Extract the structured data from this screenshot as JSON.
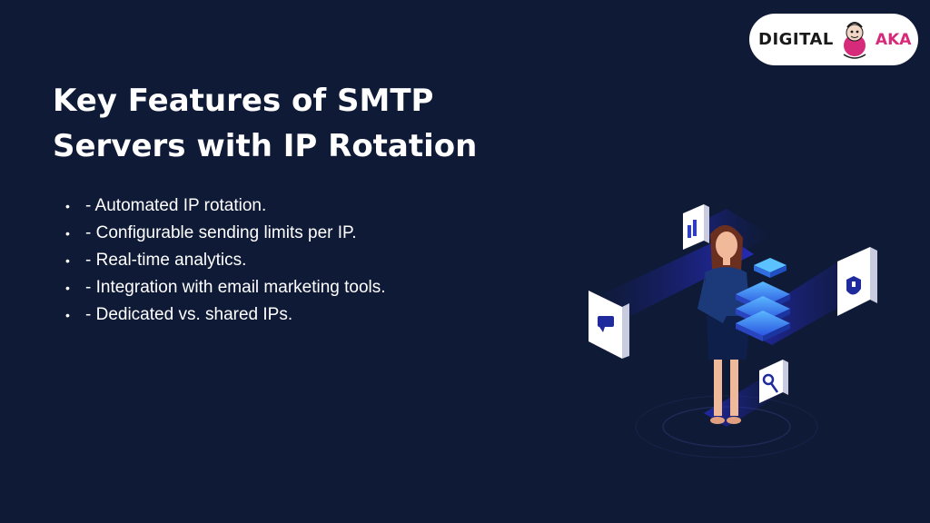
{
  "brand": {
    "left_text": "DIGITAL",
    "right_text": "AKA",
    "accent_color": "#d62a7a"
  },
  "slide": {
    "title": "Key Features of SMTP Servers with IP Rotation",
    "background_color": "#0f1a36",
    "bullets": [
      "- Automated IP rotation.",
      "- Configurable sending limits per IP.",
      "- Real-time analytics.",
      "- Integration with email marketing tools.",
      "- Dedicated vs. shared IPs."
    ]
  },
  "illustration": {
    "icons": [
      "chart-icon",
      "chat-icon",
      "shield-icon",
      "key-icon",
      "server-stack-icon"
    ]
  }
}
